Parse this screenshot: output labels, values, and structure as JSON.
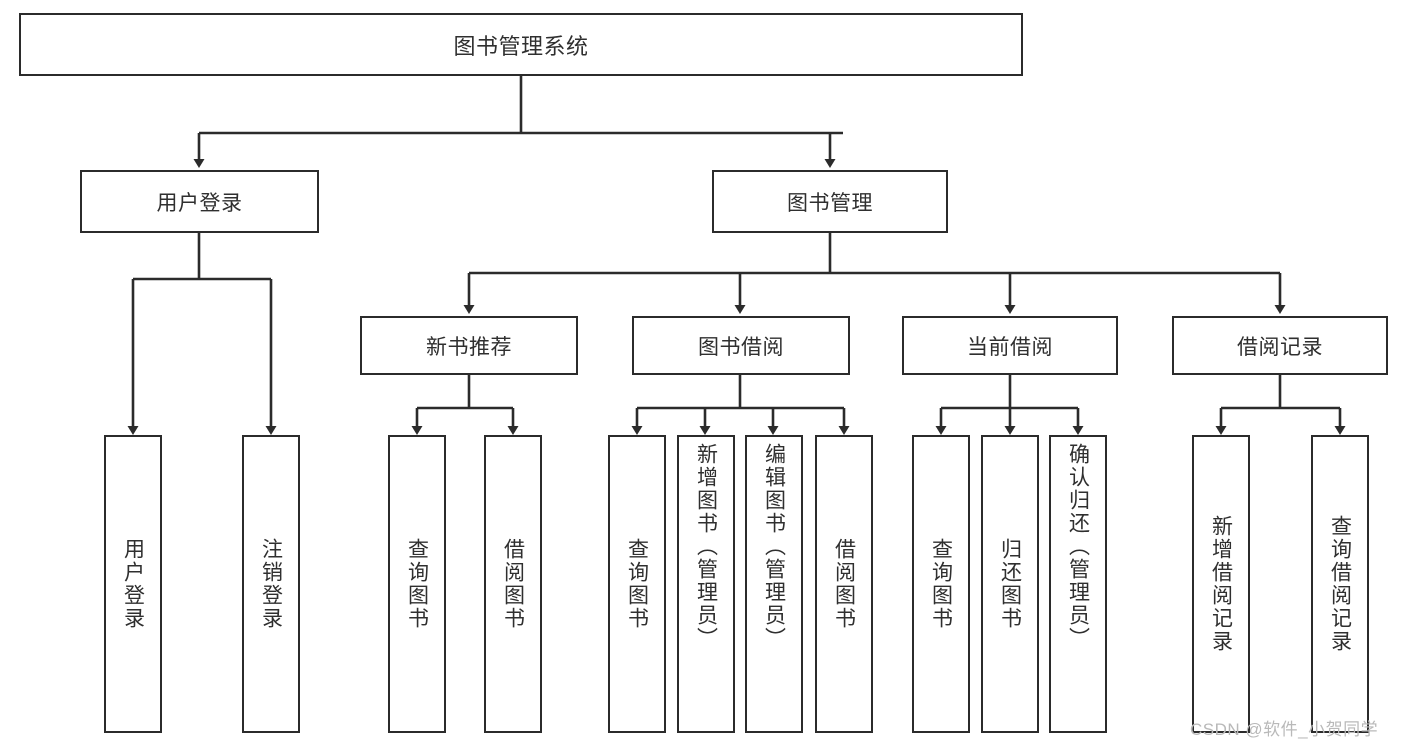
{
  "diagram": {
    "type": "tree-hierarchy",
    "title": "图书管理系统",
    "root": {
      "label": "图书管理系统"
    },
    "level2": [
      {
        "id": "user-login",
        "label": "用户登录"
      },
      {
        "id": "book-manage",
        "label": "图书管理"
      }
    ],
    "level3": [
      {
        "id": "new-book-recommend",
        "label": "新书推荐",
        "parent": "book-manage"
      },
      {
        "id": "book-borrow",
        "label": "图书借阅",
        "parent": "book-manage"
      },
      {
        "id": "current-borrow",
        "label": "当前借阅",
        "parent": "book-manage"
      },
      {
        "id": "borrow-record",
        "label": "借阅记录",
        "parent": "book-manage"
      }
    ],
    "leaves": [
      {
        "id": "leaf-user-login",
        "label": "用户登录",
        "parent": "user-login"
      },
      {
        "id": "leaf-logout-login",
        "label": "注销登录",
        "parent": "user-login"
      },
      {
        "id": "leaf-query-book-1",
        "label": "查询图书",
        "parent": "new-book-recommend"
      },
      {
        "id": "leaf-borrow-book-1",
        "label": "借阅图书",
        "parent": "new-book-recommend"
      },
      {
        "id": "leaf-query-book-2",
        "label": "查询图书",
        "parent": "book-borrow"
      },
      {
        "id": "leaf-add-book",
        "label": "新增图书（管理员）",
        "parent": "book-borrow"
      },
      {
        "id": "leaf-edit-book",
        "label": "编辑图书（管理员）",
        "parent": "book-borrow"
      },
      {
        "id": "leaf-borrow-book-2",
        "label": "借阅图书",
        "parent": "book-borrow"
      },
      {
        "id": "leaf-query-book-3",
        "label": "查询图书",
        "parent": "current-borrow"
      },
      {
        "id": "leaf-return-book",
        "label": "归还图书",
        "parent": "current-borrow"
      },
      {
        "id": "leaf-confirm-return",
        "label": "确认归还（管理员）",
        "parent": "current-borrow"
      },
      {
        "id": "leaf-add-record",
        "label": "新增借阅记录",
        "parent": "borrow-record"
      },
      {
        "id": "leaf-query-record",
        "label": "查询借阅记录",
        "parent": "borrow-record"
      }
    ],
    "colors": {
      "stroke": "#2b2b2b",
      "fill": "#ffffff",
      "text": "#2f2f2f",
      "watermark": "#b9b9b9"
    }
  },
  "watermark": {
    "text": "CSDN @软件_小贺同学"
  }
}
